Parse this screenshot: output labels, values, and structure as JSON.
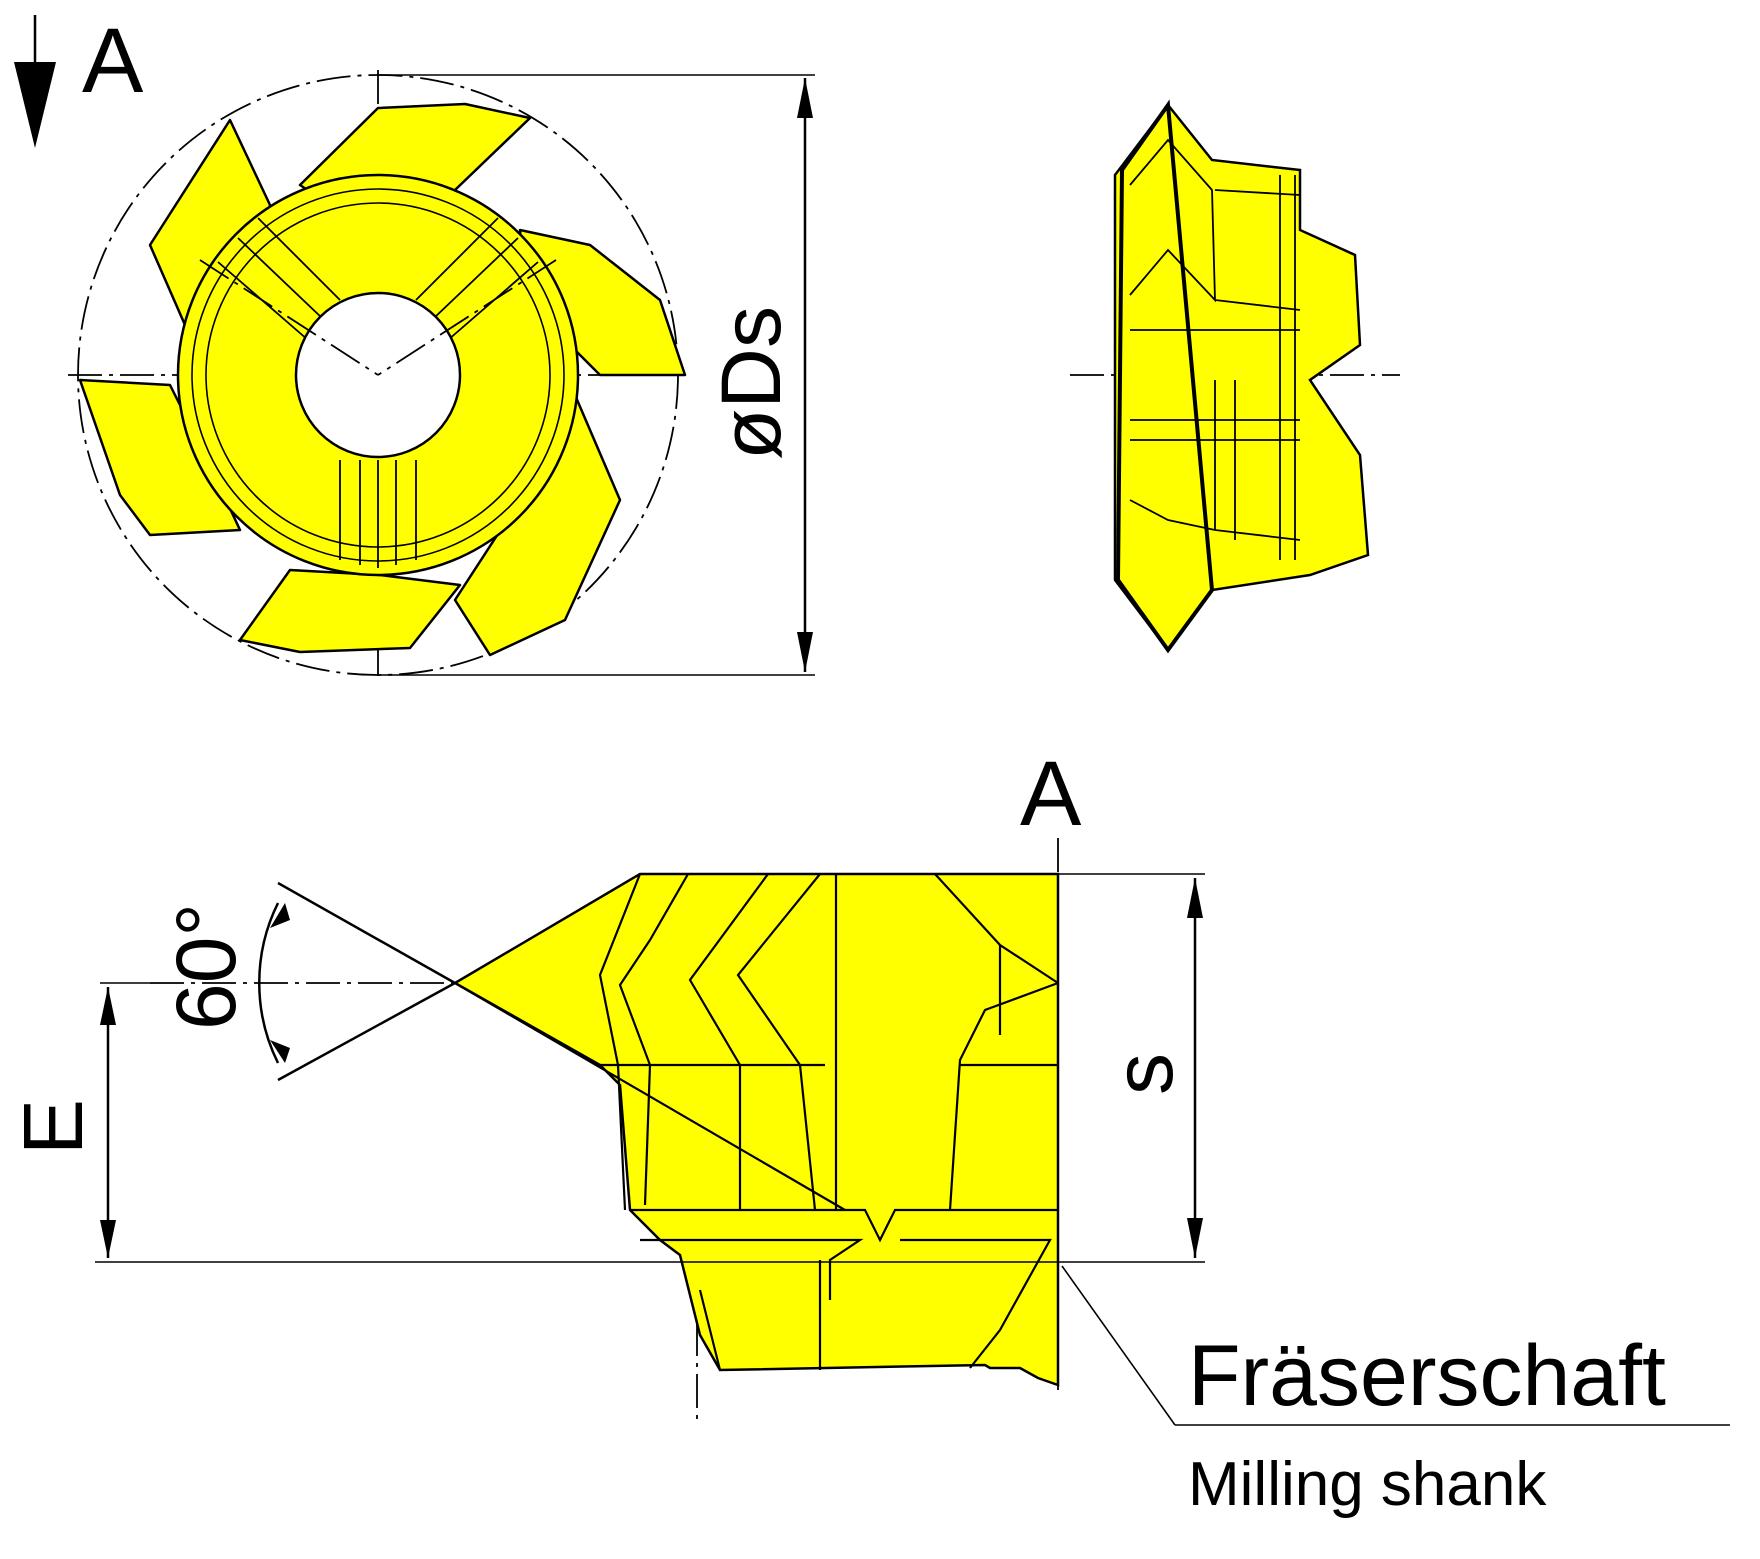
{
  "labels": {
    "view_arrow_top": "A",
    "view_arrow_bottom": "A",
    "diameter": "øDs",
    "angle": "60°",
    "height_e": "E",
    "width_s": "s",
    "shank_de": "Fräserschaft",
    "shank_en": "Milling shank"
  },
  "colors": {
    "insert_fill": "#ffff00",
    "line": "#000000",
    "background": "#ffffff"
  },
  "features": {
    "cutting_edges": 6,
    "thread_profile_angle_deg": 60
  }
}
